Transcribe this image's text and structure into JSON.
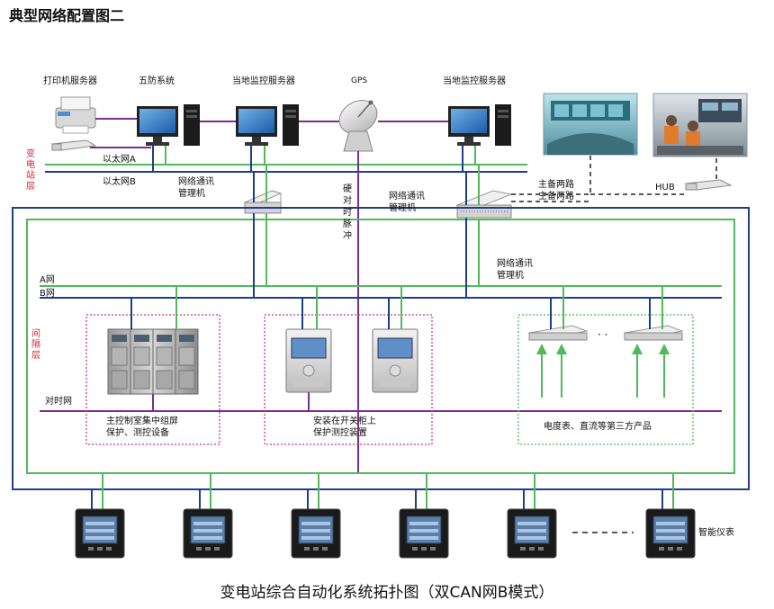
{
  "heading": "典型网络配置图二",
  "caption": "变电站综合自动化系统拓扑图（双CAN网B模式）",
  "station_layer": "变电站层",
  "bay_layer": "间隔层",
  "top_devices": {
    "printer_server": "打印机服务器",
    "five_prevention": "五防系统",
    "local_monitor_1": "当地监控服务器",
    "gps": "GPS",
    "local_monitor_2": "当地监控服务器"
  },
  "ethernet_a": "以太网A",
  "ethernet_b": "以太网B",
  "net_manager_1": "网络通讯\n管理机",
  "net_manager_2": "网络通讯\n管理机",
  "net_manager_3": "网络通讯\n管理机",
  "hard_pulse": "硬对时脉冲",
  "main_backup": "主备两路",
  "main_backup_2": "主备两路",
  "hub": "HUB",
  "net_a": "A网",
  "net_b": "B网",
  "time_net": "对时网",
  "group1": "主控制室集中组屏\n保护、测控设备",
  "group2": "安装在开关柜上\n保护测控装置",
  "group3": "电度表、直流等第三方产品",
  "smart_meter": "智能仪表",
  "dots_small": "· ·",
  "colors": {
    "blue": "#1f3d8f",
    "green": "#52b85c",
    "purple": "#7a2f8f",
    "magenta": "#cc3399",
    "dark": "#222222"
  }
}
